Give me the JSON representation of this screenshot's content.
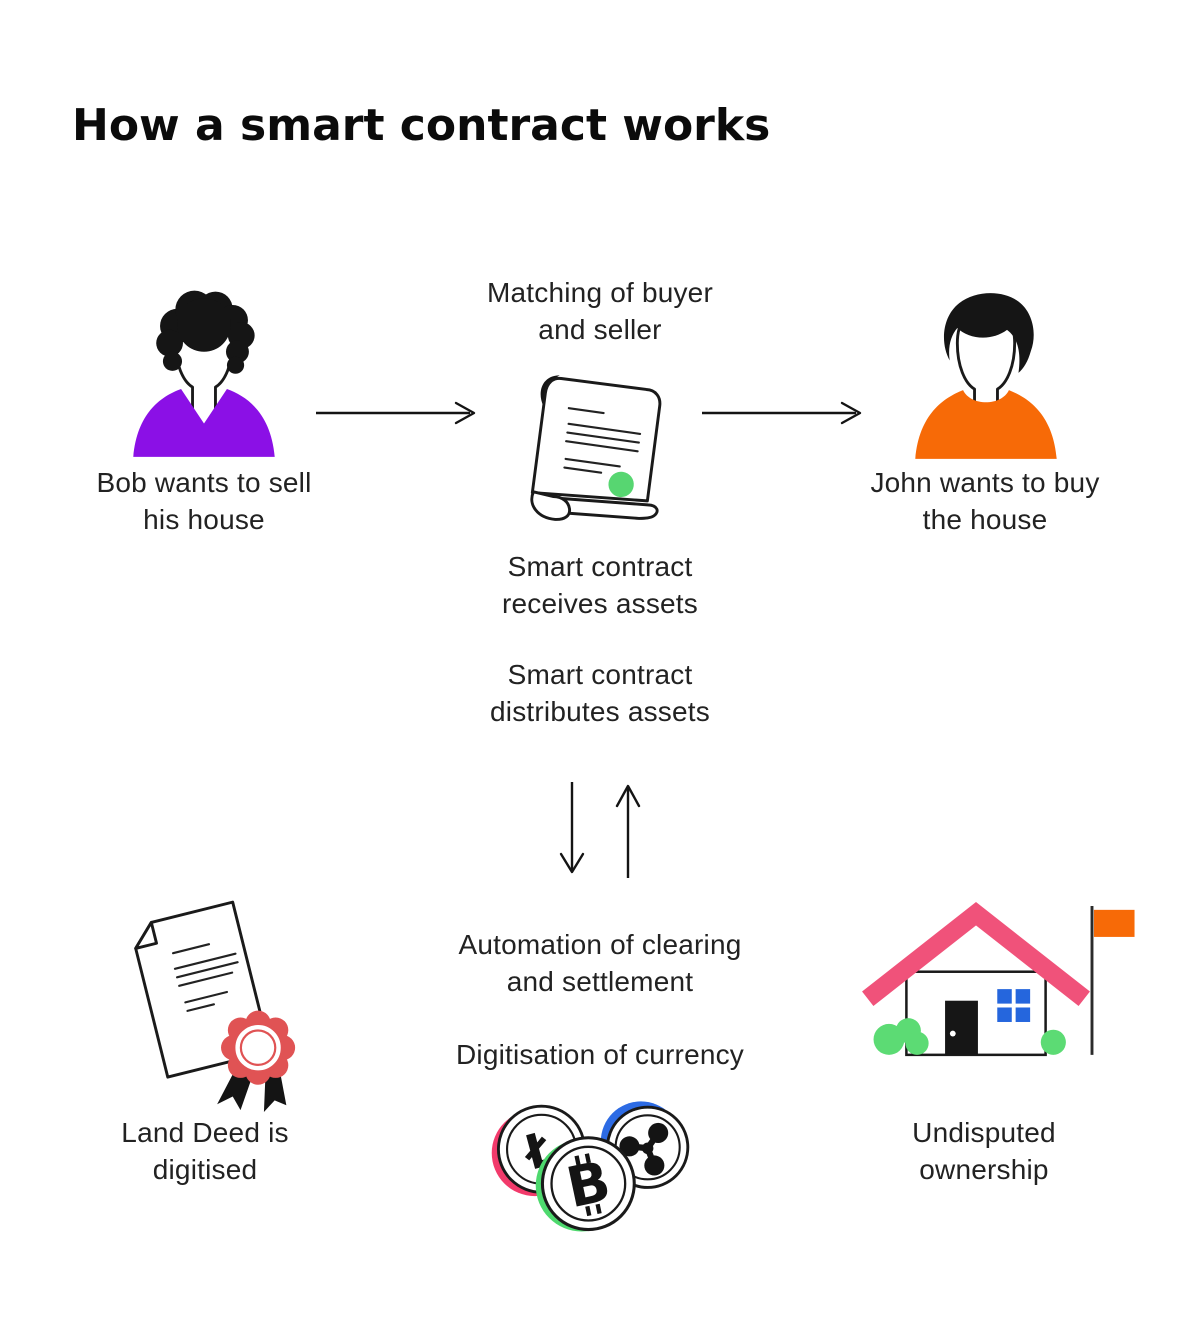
{
  "title": "How a smart contract works",
  "colors": {
    "text": "#222222",
    "title": "#0b0b0b",
    "outline": "#1a1a1a",
    "hair": "#151515",
    "bob_shirt": "#8B10E6",
    "john_shirt": "#F76A07",
    "contract_seal_green": "#57D671",
    "deed_seal_red": "#E05354",
    "ribbon_black": "#141414",
    "roof_pink": "#F0527A",
    "window_blue": "#2566DD",
    "door_black": "#161616",
    "bush_green": "#5CDB74",
    "flag_orange": "#F76A07",
    "flag_pole": "#2b2b2b",
    "litecoin_pink": "#F23A6B",
    "bitcoin_green": "#4ED96E",
    "ripple_blue": "#2D6BE4"
  },
  "steps": {
    "bob": {
      "line1": "Bob wants to sell",
      "line2": "his house"
    },
    "matching": {
      "line1": "Matching of buyer",
      "line2": "and seller"
    },
    "john": {
      "line1": "John wants to buy",
      "line2": "the house"
    },
    "receives": {
      "line1": "Smart contract",
      "line2": "receives assets"
    },
    "distributes": {
      "line1": "Smart contract",
      "line2": "distributes assets"
    },
    "automation": {
      "line1": "Automation of clearing",
      "line2": "and settlement"
    },
    "digitisation": {
      "line1": "Digitisation of currency"
    },
    "land_deed": {
      "line1": "Land Deed is",
      "line2": "digitised"
    },
    "ownership": {
      "line1": "Undisputed",
      "line2": "ownership"
    }
  },
  "coins": {
    "litecoin_symbol": "Ł",
    "bitcoin_symbol": "B"
  }
}
